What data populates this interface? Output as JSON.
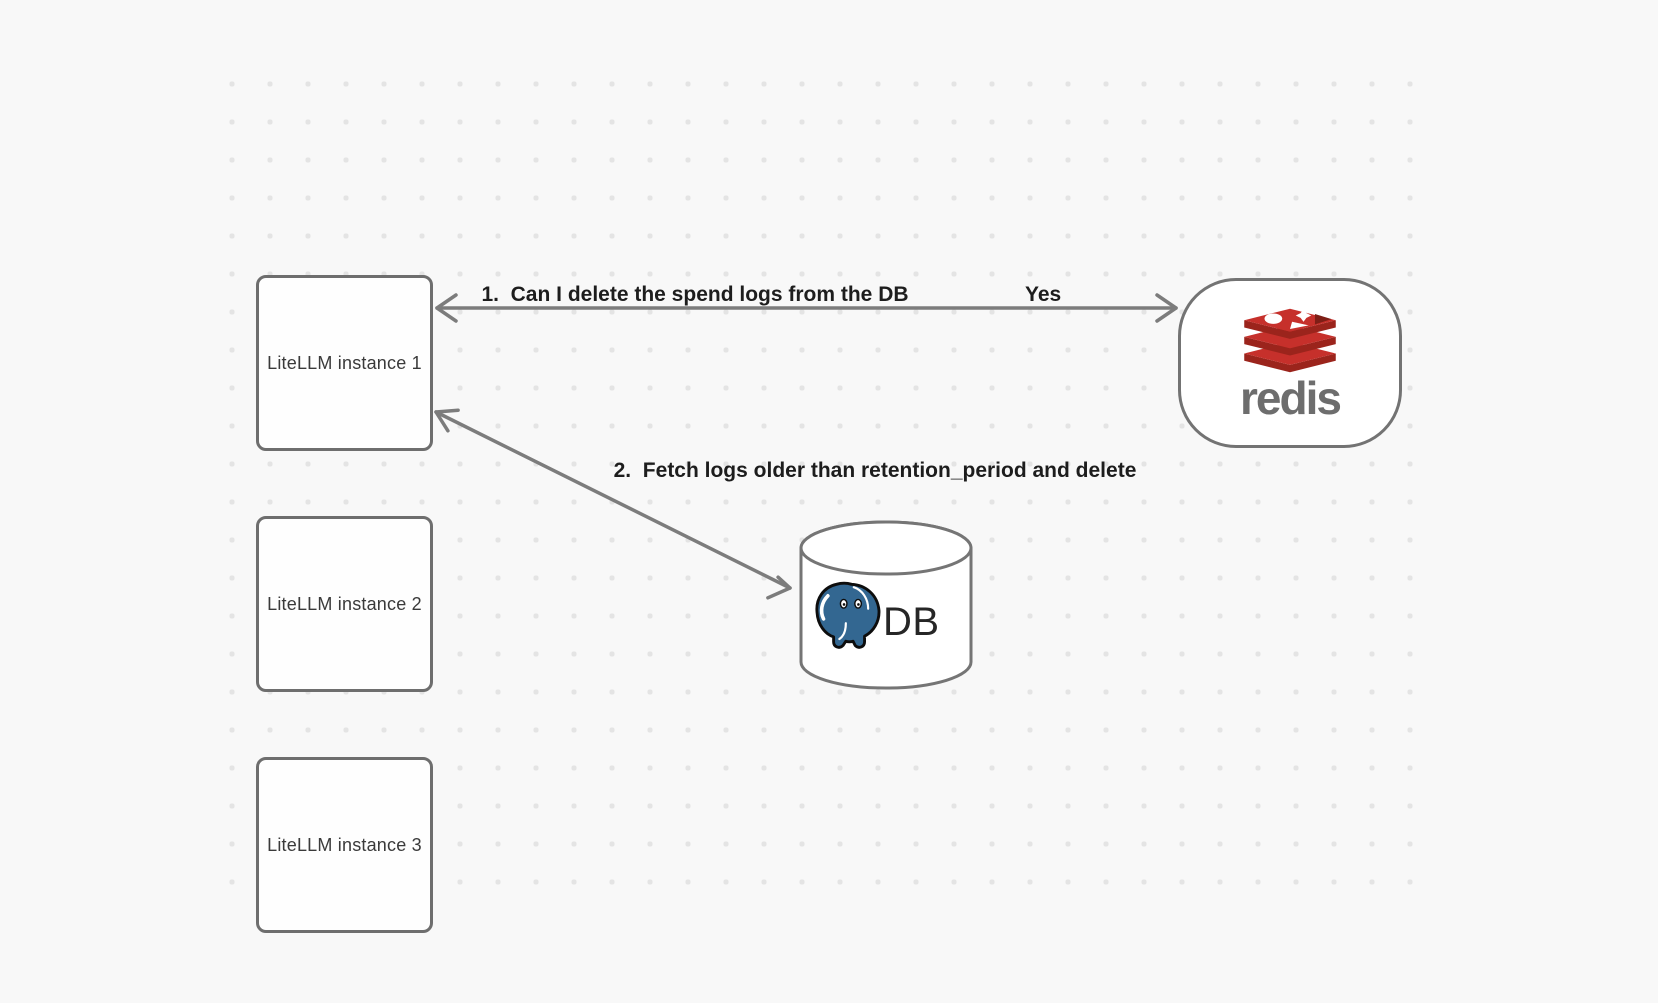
{
  "canvas": {
    "background_color": "#f8f8f8",
    "dot_color": "#e4e4e4"
  },
  "nodes": {
    "instances": [
      {
        "label": "LiteLLM instance 1"
      },
      {
        "label": "LiteLLM instance 2"
      },
      {
        "label": "LiteLLM instance 3"
      }
    ],
    "redis": {
      "wordmark": "redis",
      "icon": "redis-stack-icon",
      "logo_red": "#c6302b",
      "logo_dark_red": "#9b241c"
    },
    "db": {
      "label": "DB",
      "icon": "postgresql-elephant-icon",
      "elephant_blue": "#336791"
    }
  },
  "edges": {
    "step1": {
      "label": "1.  Can I delete the spend logs from the DB",
      "response": "Yes",
      "from": "LiteLLM instance 1",
      "to": "redis",
      "direction": "bidirectional"
    },
    "step2": {
      "label": "2.  Fetch logs older than retention_period and delete",
      "from": "LiteLLM instance 1",
      "to": "DB",
      "direction": "bidirectional"
    }
  },
  "colors": {
    "arrow": "#7c7c7c",
    "node_border": "#6e6e6e",
    "box_text": "#3a3a3a",
    "label_text": "#1d1d1d",
    "redis_wordmark": "#6d6d6d"
  }
}
